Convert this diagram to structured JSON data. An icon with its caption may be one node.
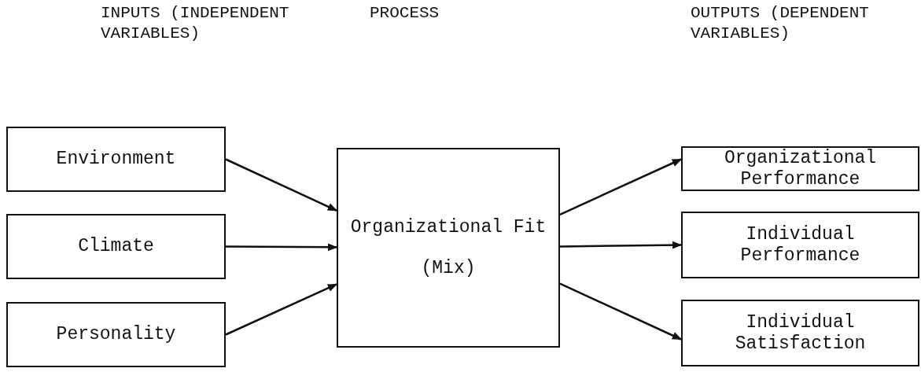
{
  "diagram": {
    "nodes": [
      {
        "text": [
          "Environment"
        ]
      },
      {
        "text": [
          "Climate"
        ]
      },
      {
        "text": [
          "Personality"
        ]
      },
      {
        "text": [
          "Organizational Fit",
          "(Mix)"
        ]
      },
      {
        "text": [
          "Organizational Performance"
        ]
      },
      {
        "text": [
          "Individual Performance"
        ]
      },
      {
        "text": [
          "Individual Satisfaction"
        ]
      }
    ],
    "edges": [
      {
        "from": 0,
        "to": 3,
        "arrow": "to"
      },
      {
        "from": 1,
        "to": 3,
        "arrow": "to"
      },
      {
        "from": 2,
        "to": 3,
        "arrow": "to"
      },
      {
        "from": 3,
        "to": 4,
        "arrow": "to"
      },
      {
        "from": 3,
        "to": 5,
        "arrow": "to"
      },
      {
        "from": 3,
        "to": 6,
        "arrow": "to"
      }
    ],
    "labels": [
      "INPUTS (INDEPENDENT VARIABLES)",
      "PROCESS",
      "OUTPUTS (DEPENDENT VARIABLES)"
    ]
  }
}
